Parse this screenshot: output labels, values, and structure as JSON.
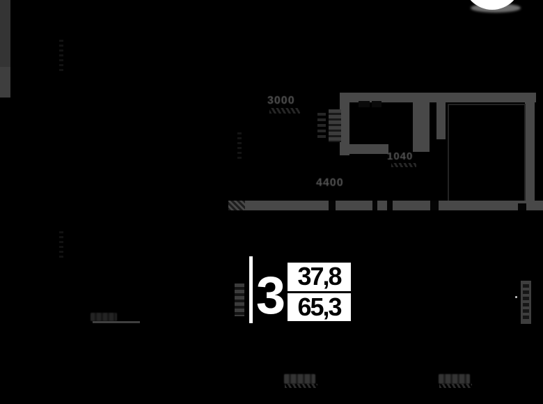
{
  "plan": {
    "background_color": "#000000",
    "wall_color": "#484848",
    "accent_color": "#ffffff"
  },
  "logo": {
    "shape": "white-circle",
    "color": "#ffffff"
  },
  "apartment": {
    "number": "3",
    "living_area": "37,8",
    "total_area": "65,3"
  },
  "dimensions": {
    "top_room_width": "3000",
    "mid_width": "4400",
    "kitchen_niche_width": "1040"
  }
}
